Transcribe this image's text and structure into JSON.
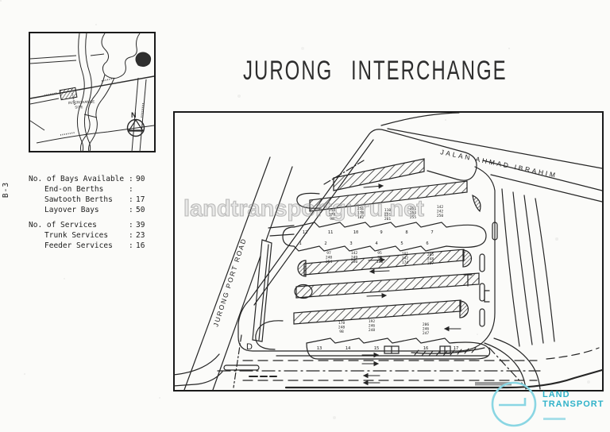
{
  "title": "JURONG INTERCHANGE",
  "side_label": "B-3",
  "stats": {
    "rows": [
      {
        "label": "No. of Bays Available",
        "sep": ":",
        "value": "90"
      },
      {
        "label": "End-on Berths",
        "sep": ":",
        "value": ""
      },
      {
        "label": "Sawtooth Berths",
        "sep": ":",
        "value": "17"
      },
      {
        "label": "Layover Bays",
        "sep": ":",
        "value": "50"
      },
      {
        "label": "No. of Services",
        "sep": ":",
        "value": "39"
      },
      {
        "label": "Trunk Services",
        "sep": ":",
        "value": "23"
      },
      {
        "label": "Feeder Services",
        "sep": ":",
        "value": "16"
      }
    ]
  },
  "inset_map": {
    "site_label_line1": "INTERCHANGE",
    "site_label_line2": "SITE",
    "compass": "N"
  },
  "watermark": "landtransportguru.net",
  "plan": {
    "road_top": "JALAN AHMAD IBRAHIM",
    "road_left": "JURONG PORT ROAD",
    "d_label": "D",
    "berths_top": [
      "12",
      "11",
      "10",
      "9",
      "8",
      "7"
    ],
    "berths_bottom": [
      "1",
      "2",
      "3",
      "4",
      "5",
      "6"
    ],
    "berths_lower": [
      "13",
      "14",
      "15",
      "16",
      "17"
    ],
    "clusters_top": [
      [
        "254",
        "178",
        "98"
      ],
      [
        "251",
        "178",
        "182"
      ],
      [
        "110",
        "251",
        "261"
      ],
      [
        "251",
        "253",
        "255"
      ],
      [
        "142",
        "242",
        "250"
      ]
    ],
    "clusters_bottom": [
      [
        "97",
        "240",
        "254"
      ],
      [
        "142",
        "249",
        "250"
      ],
      [
        "95",
        "98",
        "180"
      ],
      [
        "101",
        "242",
        "174"
      ],
      [
        "205",
        "248",
        "257"
      ]
    ],
    "clusters_lower": [
      [
        "178",
        "248",
        "98"
      ],
      [
        "192",
        "246",
        "248"
      ],
      [
        "206",
        "246",
        "247"
      ]
    ]
  },
  "logo": {
    "line1": "LAND",
    "line2": "TRANSPORT",
    "accent_color": "#2fb2c9",
    "circle_color": "#8ad6e3"
  }
}
